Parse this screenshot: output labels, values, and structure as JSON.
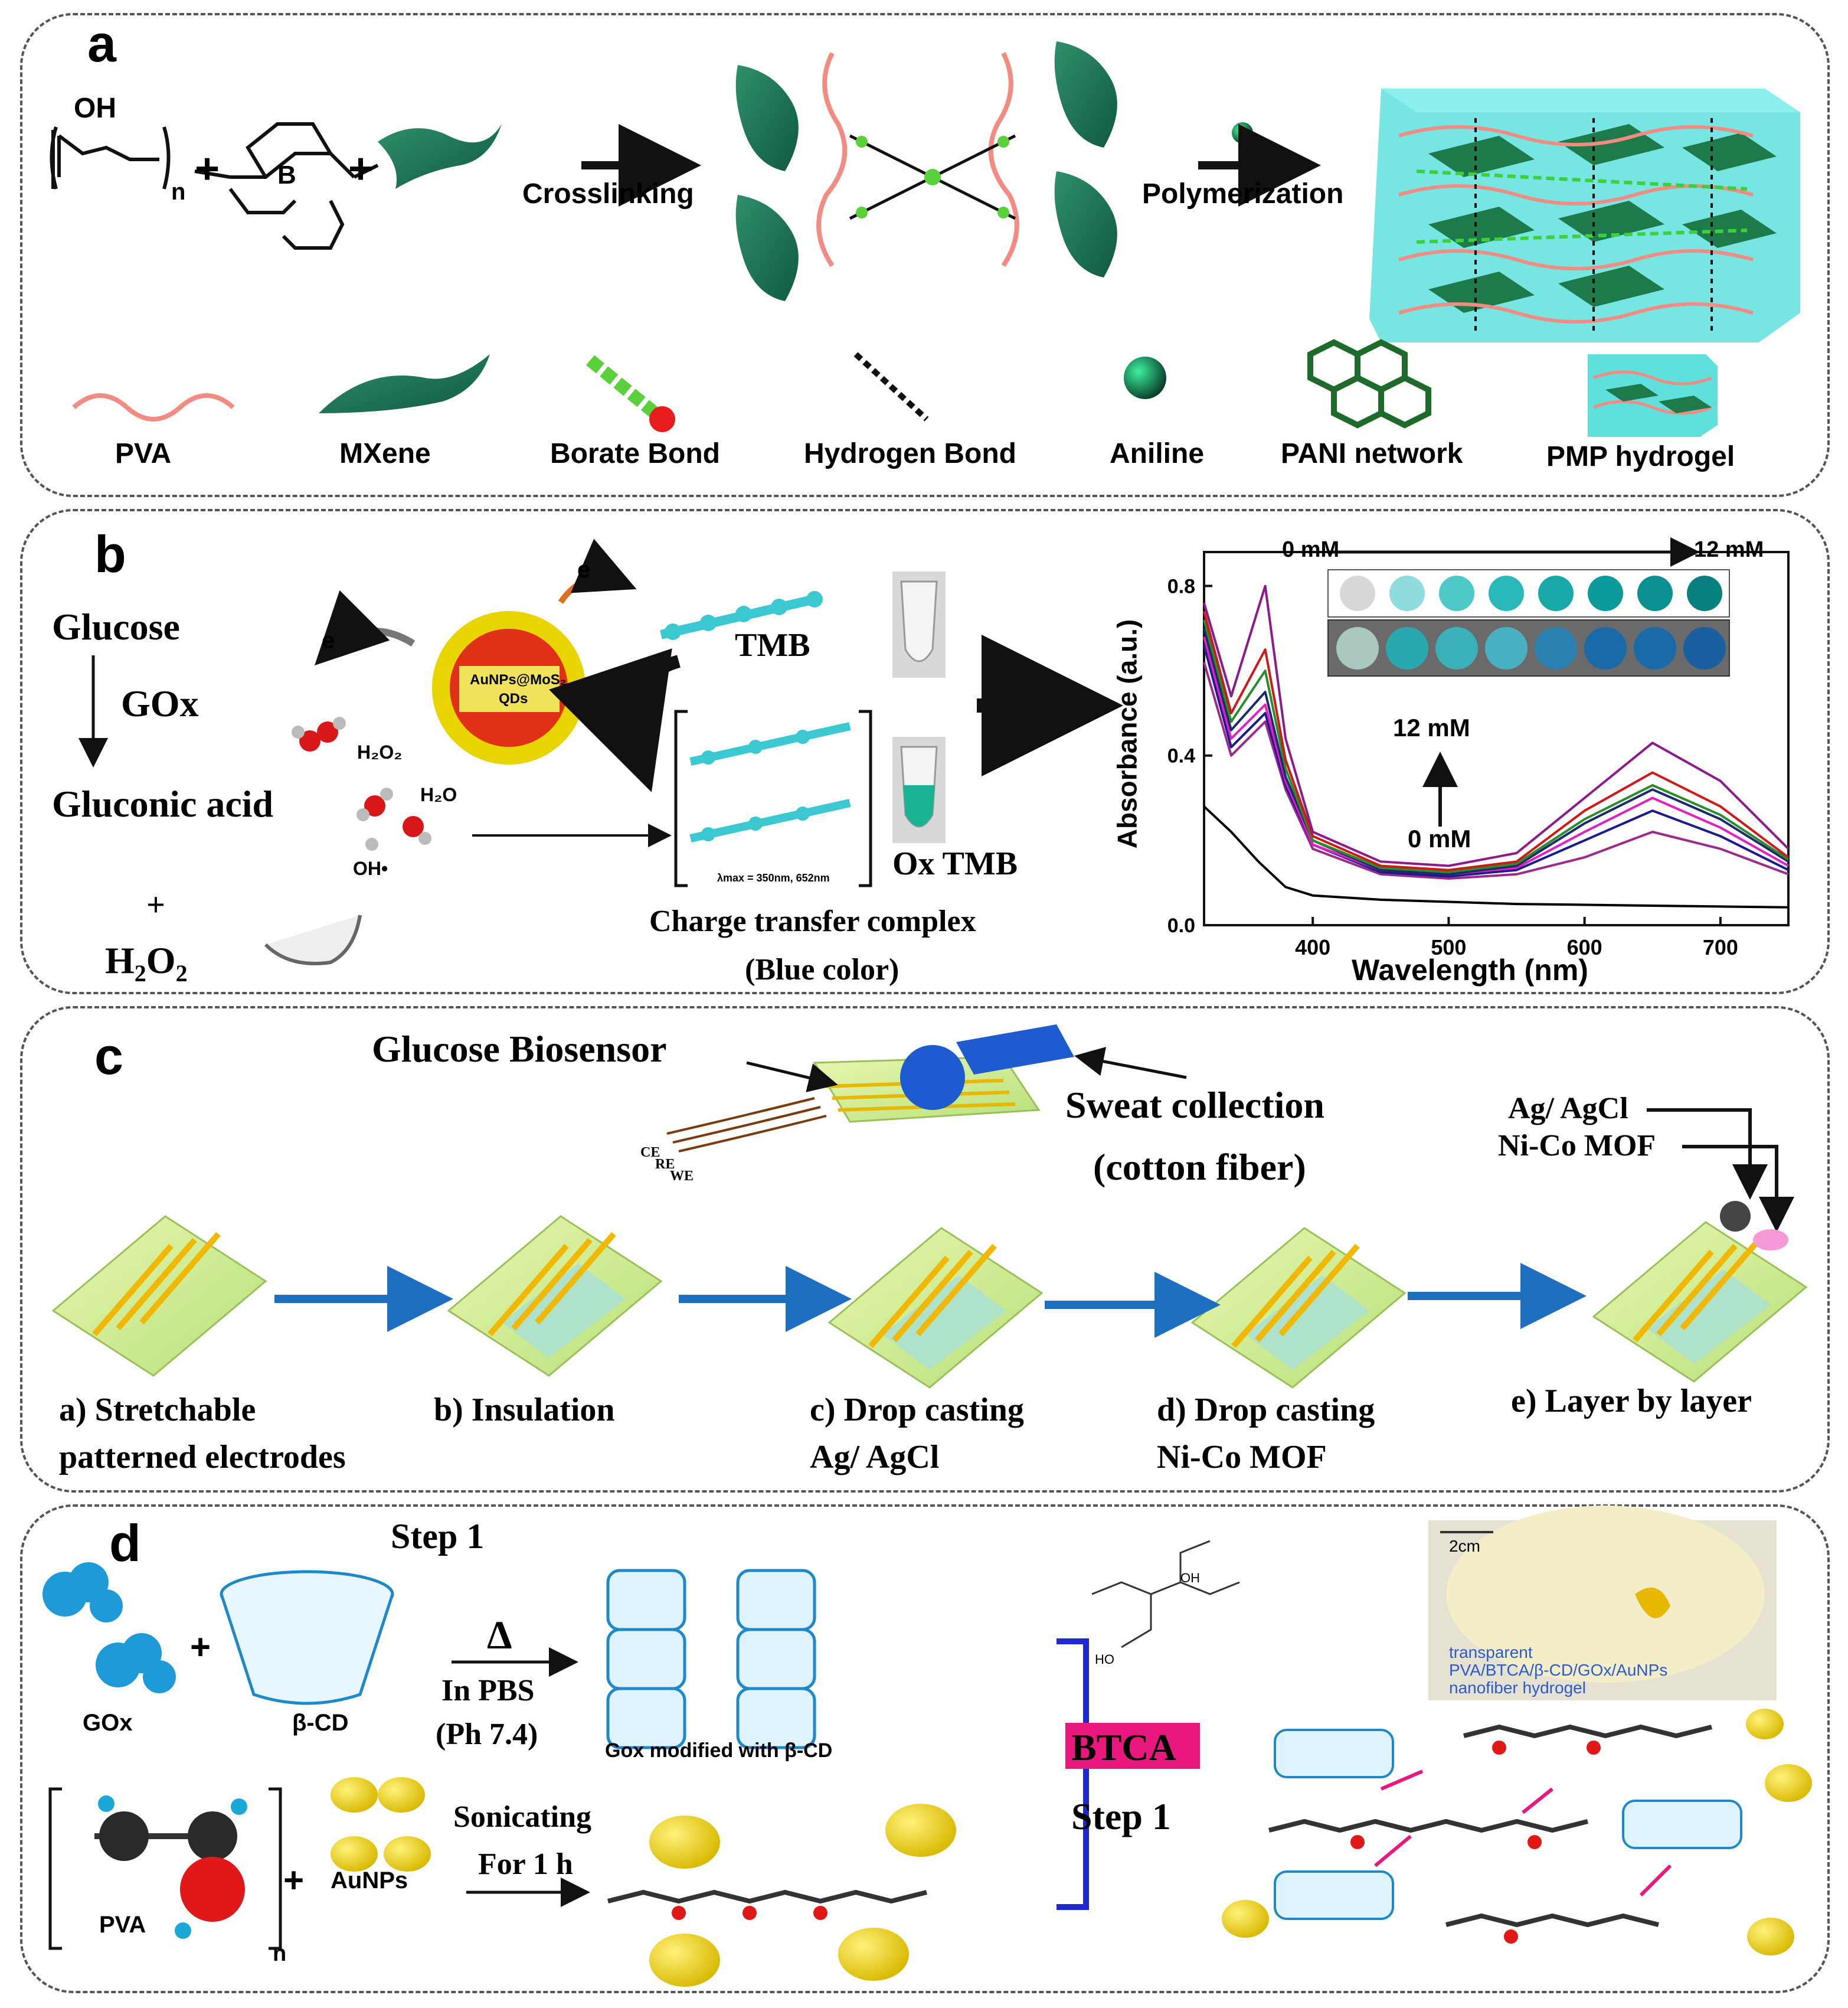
{
  "panels": {
    "a": {
      "letter": "a",
      "steps": [
        "Crosslinking",
        "Polymerization"
      ],
      "chem": {
        "oh": "OH",
        "n": "n",
        "plus": "+",
        "b": "B",
        "o": "O",
        "h": "H"
      },
      "legend": [
        "PVA",
        "MXene",
        "Borate Bond",
        "Hydrogen Bond",
        "Aniline",
        "PANI network",
        "PMP hydrogel"
      ]
    },
    "b": {
      "letter": "b",
      "glucose": "Glucose",
      "gox": "GOx",
      "gluconic": "Gluconic acid",
      "plus": "+",
      "h2o2_base": "H",
      "h2o2_sub": "2",
      "h2o2_o": "O",
      "h2o2_sub2": "2",
      "electron": "e",
      "qd_line1": "AuNPs@MoS₂",
      "qd_line2": "QDs",
      "h2o2_small": "H₂O₂",
      "h2o": "H₂O",
      "oh_rad": "OH•",
      "tmb": "TMB",
      "ox_tmb": "Ox TMB",
      "lambda": "λmax = 350nm, 652nm",
      "ctc_line1": "Charge transfer complex",
      "ctc_line2": "(Blue color)"
    },
    "c": {
      "letter": "c",
      "biosensor": "Glucose Biosensor",
      "sweat1": "Sweat collection",
      "sweat2": "(cotton fiber)",
      "electrodes": [
        "CE",
        "RE",
        "WE"
      ],
      "agcl": "Ag/ AgCl",
      "nico": "Ni-Co MOF",
      "steps": [
        {
          "l1": "a) Stretchable",
          "l2": "patterned electrodes"
        },
        {
          "l1": "b) Insulation",
          "l2": ""
        },
        {
          "l1": "c) Drop casting",
          "l2": "Ag/ AgCl"
        },
        {
          "l1": "d) Drop casting",
          "l2": "Ni-Co MOF"
        },
        {
          "l1": "e) Layer by layer",
          "l2": ""
        }
      ]
    },
    "d": {
      "letter": "d",
      "step1_top": "Step 1",
      "gox": "GOx",
      "bcd": "β-CD",
      "delta": "Δ",
      "in_pbs": "In PBS",
      "ph": "(Ph 7.4)",
      "gox_mod": "Gox modified with β-CD",
      "pva": "PVA",
      "n": "n",
      "aunps": "AuNPs",
      "sonicating": "Sonicating",
      "for1h": "For 1 h",
      "btca": "BTCA",
      "step1_right": "Step 1",
      "scale": "2cm",
      "photo_caption": [
        "transparent",
        "PVA/BTCA/β-CD/GOx/AuNPs",
        "nanofiber hydrogel"
      ],
      "chem": {
        "oh": "OH",
        "ho": "HO",
        "o": "O"
      }
    }
  },
  "chart_data": {
    "type": "line",
    "xlabel": "Wavelength (nm)",
    "ylabel": "Absorbance (a.u.)",
    "xlim": [
      320,
      750
    ],
    "ylim": [
      0.0,
      0.88
    ],
    "xticks": [
      "400",
      "500",
      "600",
      "700"
    ],
    "yticks": [
      "0.0",
      "0.4",
      "0.8"
    ],
    "legend_range_start": "0 mM",
    "legend_range_end": "12 mM",
    "annotation_top": "12 mM",
    "annotation_bottom": "0 mM",
    "series": [
      {
        "color": "#000000",
        "x": [
          320,
          340,
          360,
          380,
          400,
          450,
          500,
          550,
          600,
          650,
          700,
          750
        ],
        "y": [
          0.28,
          0.22,
          0.15,
          0.09,
          0.07,
          0.06,
          0.055,
          0.05,
          0.048,
          0.046,
          0.044,
          0.042
        ]
      },
      {
        "color": "#9c2a8c",
        "x": [
          320,
          340,
          365,
          380,
          400,
          450,
          500,
          550,
          600,
          650,
          700,
          750
        ],
        "y": [
          0.62,
          0.4,
          0.48,
          0.32,
          0.18,
          0.12,
          0.11,
          0.12,
          0.16,
          0.22,
          0.18,
          0.12
        ]
      },
      {
        "color": "#1a1a8c",
        "x": [
          320,
          340,
          365,
          380,
          400,
          450,
          500,
          550,
          600,
          650,
          700,
          750
        ],
        "y": [
          0.66,
          0.42,
          0.5,
          0.33,
          0.19,
          0.125,
          0.115,
          0.13,
          0.2,
          0.27,
          0.21,
          0.13
        ]
      },
      {
        "color": "#e020c0",
        "x": [
          320,
          340,
          365,
          380,
          400,
          450,
          500,
          550,
          600,
          650,
          700,
          750
        ],
        "y": [
          0.68,
          0.44,
          0.52,
          0.34,
          0.19,
          0.13,
          0.12,
          0.135,
          0.22,
          0.3,
          0.23,
          0.14
        ]
      },
      {
        "color": "#1a2a6c",
        "x": [
          320,
          340,
          365,
          380,
          400,
          450,
          500,
          550,
          600,
          650,
          700,
          750
        ],
        "y": [
          0.7,
          0.46,
          0.55,
          0.35,
          0.2,
          0.13,
          0.12,
          0.14,
          0.24,
          0.32,
          0.25,
          0.15
        ]
      },
      {
        "color": "#2a8c2a",
        "x": [
          320,
          340,
          365,
          380,
          400,
          450,
          500,
          550,
          600,
          650,
          700,
          750
        ],
        "y": [
          0.72,
          0.48,
          0.6,
          0.37,
          0.2,
          0.135,
          0.125,
          0.145,
          0.25,
          0.33,
          0.26,
          0.155
        ]
      },
      {
        "color": "#d01818",
        "x": [
          320,
          340,
          365,
          380,
          400,
          450,
          500,
          550,
          600,
          650,
          700,
          750
        ],
        "y": [
          0.74,
          0.5,
          0.65,
          0.39,
          0.21,
          0.14,
          0.13,
          0.15,
          0.27,
          0.36,
          0.28,
          0.16
        ]
      },
      {
        "color": "#8c1a8c",
        "x": [
          320,
          340,
          365,
          380,
          400,
          450,
          500,
          550,
          600,
          650,
          700,
          750
        ],
        "y": [
          0.76,
          0.54,
          0.8,
          0.44,
          0.22,
          0.15,
          0.14,
          0.17,
          0.3,
          0.43,
          0.34,
          0.18
        ]
      }
    ]
  }
}
